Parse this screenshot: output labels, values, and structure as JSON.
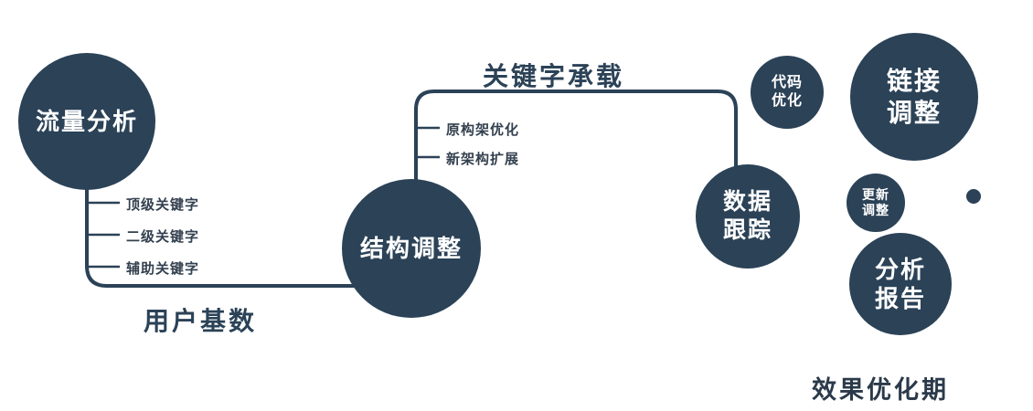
{
  "diagram": {
    "colors": {
      "primary": "#2b4257",
      "text_dark": "#2b3a4a"
    },
    "nodes": {
      "traffic": {
        "label": "流量分析"
      },
      "structure": {
        "label": "结构调整"
      },
      "tracking": {
        "line1": "数据",
        "line2": "跟踪"
      },
      "code": {
        "line1": "代码",
        "line2": "优化"
      },
      "link": {
        "line1": "链接",
        "line2": "调整"
      },
      "update": {
        "line1": "更新",
        "line2": "调整"
      },
      "report": {
        "line1": "分析",
        "line2": "报告"
      }
    },
    "edge_labels": {
      "user_base": "用户基数",
      "keyword_carry": "关键字承载"
    },
    "left_branches": [
      "顶级关键字",
      "二级关键字",
      "辅助关键字"
    ],
    "mid_branches": [
      "原构架优化",
      "新架构扩展"
    ],
    "caption": "效果优化期"
  }
}
